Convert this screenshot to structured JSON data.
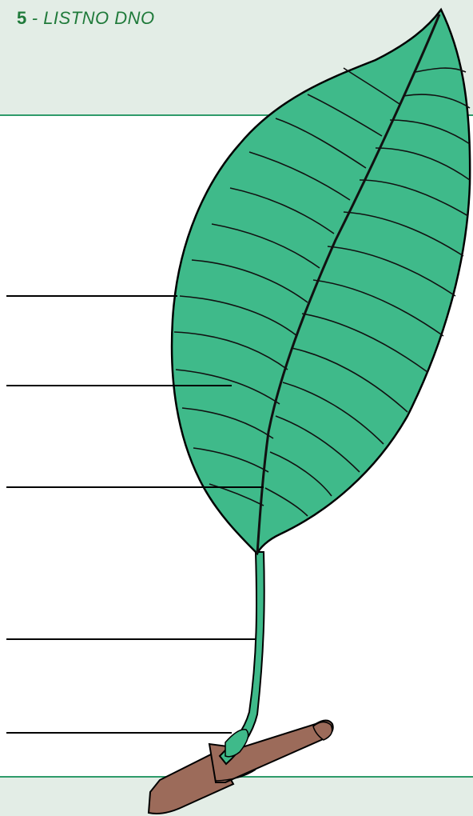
{
  "header": {
    "number": "5",
    "title": "- LISTNO DNO"
  },
  "colors": {
    "band_background": "#e3ede6",
    "band_border": "#2e9b6a",
    "title_text": "#1f7a3a",
    "leaf_fill": "#3fba8a",
    "vein_stroke": "#111111",
    "twig_fill": "#9c6b5a"
  },
  "diagram": {
    "subject": "leaf-on-twig",
    "label_lines_count": 5
  }
}
